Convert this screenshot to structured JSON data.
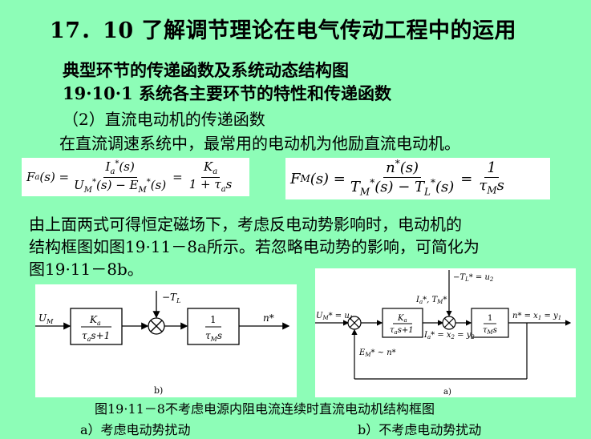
{
  "title": "17．10 了解调节理论在电气传动工程中的运用",
  "heading1": "典型环节的传递函数及系统动态结构图",
  "heading2": "19·10·1 系统各主要环节的特性和传递函数",
  "subsection": "（2）直流电动机的传递函数",
  "intro": "在直流调速系统中，最常用的电动机为他励直流电动机。",
  "formula_a": {
    "lhs": "F",
    "lhs_sub": "a",
    "lhs_arg": "(s) =",
    "num1": "I",
    "num1_sub": "a",
    "num1_sup": "*",
    "num1_tail": "(s)",
    "den1": "U",
    "den1_sub": "M",
    "den1_sup": "*",
    "den1_mid": "(s) − E",
    "den1_sub2": "M",
    "den1_sup2": "*",
    "den1_tail": "(s)",
    "eq": "=",
    "num2": "K",
    "num2_sub": "a",
    "den2": "1 + τ",
    "den2_sub": "a",
    "den2_tail": "s"
  },
  "formula_m": {
    "lhs": "F",
    "lhs_sub": "M",
    "lhs_arg": "(s) =",
    "num1": "n",
    "num1_sup": "*",
    "num1_tail": "(s)",
    "den1": "T",
    "den1_sub": "M",
    "den1_sup": "*",
    "den1_mid": "(s) − T",
    "den1_sub2": "L",
    "den1_sup2": "*",
    "den1_tail": "(s)",
    "eq": "=",
    "num2": "1",
    "den2": "τ",
    "den2_sub": "M",
    "den2_tail": "s"
  },
  "paragraph": [
    "由上面两式可得恒定磁场下，考虑反电动势影响时，电动机的",
    "结构框图如图19·11－8a所示。若忽略电动势的影响，可简化为",
    "图19·11－8b。"
  ],
  "diagram_b": {
    "input": "U",
    "input_sub": "M",
    "disturbance": "−T",
    "disturbance_sub": "L",
    "block1_num": "K",
    "block1_num_sub": "a",
    "block1_den": "τ",
    "block1_den_sub": "a",
    "block1_den_tail": "s+1",
    "block2_num": "1",
    "block2_den": "τ",
    "block2_den_sub": "M",
    "block2_den_tail": "s",
    "output": "n*",
    "label": "b)"
  },
  "diagram_a": {
    "disturbance": "−T",
    "disturbance_sub": "L",
    "disturbance_tail": "* = u",
    "disturbance_tail_sub": "2",
    "input": "U",
    "input_sub": "M",
    "input_tail": "* = u",
    "input_tail_sub": "1",
    "top_label": "I",
    "top_label_sub": "a",
    "top_label_tail": "*, T",
    "top_label_sub2": "M",
    "top_label_tail2": "*",
    "block1_num": "K",
    "block1_num_sub": "a",
    "block1_den": "τ",
    "block1_den_sub": "a",
    "block1_den_tail": "s+1",
    "mid_label": "I",
    "mid_label_sub": "a",
    "mid_label_tail": "* = x",
    "mid_label_sub2": "2",
    "mid_label_tail2": " = y",
    "mid_label_sub3": "2",
    "block2_num": "1",
    "block2_den": "τ",
    "block2_den_sub": "M",
    "block2_den_tail": "s",
    "output": "n* = x",
    "output_sub": "1",
    "output_tail": " = y",
    "output_sub2": "1",
    "feedback": "E",
    "feedback_sub": "M",
    "feedback_tail": "* ~ n*",
    "label": "a)"
  },
  "caption": "图19·11－8不考虑电源内阻电流连续时直流电动机结构框图",
  "sub_a": "a）考虑电动势扰动",
  "sub_b": "b）不考虑电动势扰动"
}
